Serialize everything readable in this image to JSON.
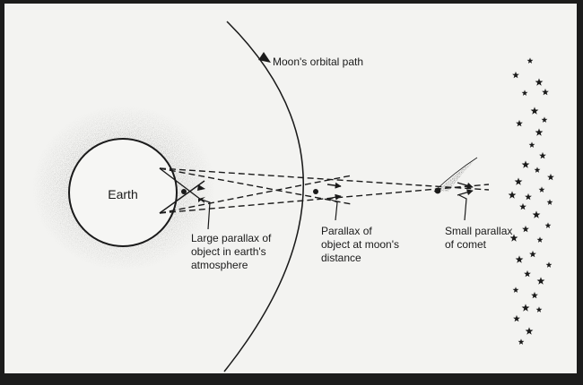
{
  "labels": {
    "earth": "Earth",
    "moon_orbit": "Moon's orbital path",
    "large_parallax": [
      "Large parallax of",
      "object in earth's",
      "atmosphere"
    ],
    "moon_parallax": [
      "Parallax of",
      "object at moon's",
      "distance"
    ],
    "comet_parallax": [
      "Small parallax",
      "of comet"
    ]
  },
  "colors": {
    "paper": "#f3f3f1",
    "ink": "#1a1a1a",
    "frame": "#1c1c1c"
  },
  "icons": {
    "star": "five-point-star",
    "comet": "comet-with-tail"
  }
}
